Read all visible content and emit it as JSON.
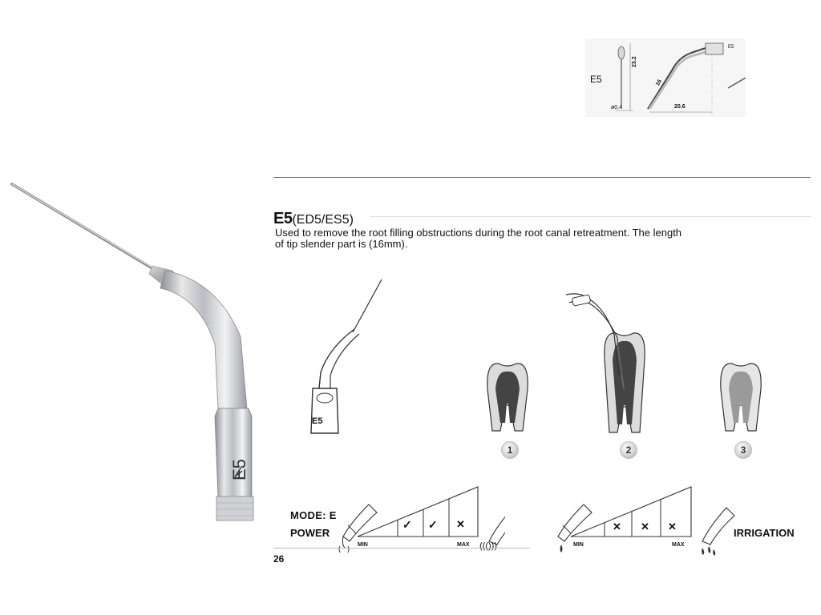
{
  "spec": {
    "model": "E5",
    "dim_height": "23.2",
    "dim_diam": "ø0.4",
    "dim_tip": "16",
    "dim_width": "20.6",
    "thumb_label": "E5"
  },
  "product": {
    "code": "E5",
    "aliases": "(ED5/ES5)",
    "desc_line1": "Used to remove the root filling obstructions during the root canal retreatment. The length",
    "desc_line2": "of tip slender part is (16mm).",
    "tip_engraving": "E5",
    "drawing_label": "E5"
  },
  "steps": [
    "1",
    "2",
    "3"
  ],
  "settings": {
    "mode_label": "MODE: E",
    "power_label": "POWER",
    "irrigation_label": "IRRIGATION",
    "min_label": "MIN",
    "max_label": "MAX",
    "power_marks": [
      "✓",
      "✓",
      "✕"
    ],
    "irrigation_marks": [
      "✕",
      "✕",
      "✕"
    ]
  },
  "page_number": "26"
}
